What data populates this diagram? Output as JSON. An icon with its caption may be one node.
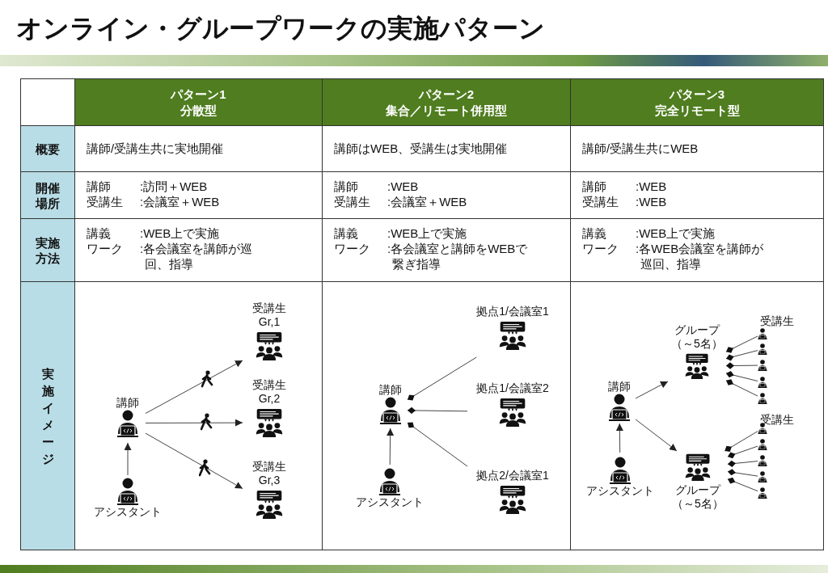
{
  "diagram": {
    "title": "オンライン・グループワークの実施パターン",
    "nodes": [
      {
        "text": [
          "講師"
        ]
      },
      {
        "text": [
          "アシスタント"
        ]
      },
      {
        "text": [
          "受講生",
          "Gr,1"
        ]
      },
      {
        "text": [
          "受講生",
          "Gr,2"
        ]
      },
      {
        "text": [
          "受講生",
          "Gr,3"
        ]
      },
      {
        "text": [
          "講師"
        ]
      },
      {
        "text": [
          "アシスタント"
        ]
      },
      {
        "text": [
          "拠点1/会議室1"
        ]
      },
      {
        "text": [
          "拠点1/会議室2"
        ]
      },
      {
        "text": [
          "拠点2/会議室1"
        ]
      },
      {
        "text": [
          "講師"
        ]
      },
      {
        "text": [
          "アシスタント"
        ]
      },
      {
        "text": [
          "グループ",
          "（～5名）"
        ]
      },
      {
        "text": [
          "グループ",
          "（～5名）"
        ]
      },
      {
        "text": [],
        "shape": "person"
      },
      {
        "text": [],
        "shape": "person"
      },
      {
        "text": [],
        "shape": "person"
      },
      {
        "text": [],
        "shape": "person"
      },
      {
        "text": [],
        "shape": "person"
      },
      {
        "text": [],
        "shape": "person"
      },
      {
        "text": [],
        "shape": "person"
      },
      {
        "text": [],
        "shape": "person"
      },
      {
        "text": [],
        "shape": "person"
      },
      {
        "text": [],
        "shape": "person"
      }
    ],
    "edges": [
      {
        "from": 1,
        "to": 0,
        "arrow": "to"
      },
      {
        "from": 0,
        "to": 2,
        "arrow": "to"
      },
      {
        "from": 0,
        "to": 3,
        "arrow": "to"
      },
      {
        "from": 0,
        "to": 4,
        "arrow": "to"
      },
      {
        "from": 6,
        "to": 5,
        "arrow": "to"
      },
      {
        "from": 5,
        "to": 7,
        "arrow": "other"
      },
      {
        "from": 5,
        "to": 8,
        "arrow": "other"
      },
      {
        "from": 5,
        "to": 9,
        "arrow": "other"
      },
      {
        "from": 11,
        "to": 10,
        "arrow": "to"
      },
      {
        "from": 10,
        "to": 12,
        "arrow": "to"
      },
      {
        "from": 10,
        "to": 13,
        "arrow": "to"
      },
      {
        "from": 12,
        "to": 14,
        "arrow": "other"
      },
      {
        "from": 12,
        "to": 15,
        "arrow": "other"
      },
      {
        "from": 12,
        "to": 16,
        "arrow": "other"
      },
      {
        "from": 12,
        "to": 17,
        "arrow": "other"
      },
      {
        "from": 12,
        "to": 18,
        "arrow": "other"
      },
      {
        "from": 13,
        "to": 19,
        "arrow": "other"
      },
      {
        "from": 13,
        "to": 20,
        "arrow": "other"
      },
      {
        "from": 13,
        "to": 21,
        "arrow": "other"
      },
      {
        "from": 13,
        "to": 22,
        "arrow": "other"
      },
      {
        "from": 13,
        "to": 23,
        "arrow": "other"
      }
    ],
    "labels": [
      "パターン1",
      "分散型",
      "パターン2",
      "集合／リモート併用型",
      "パターン3",
      "完全リモート型",
      "概要",
      "講師/受講生共に実地開催",
      "講師はWEB、受講生は実地開催",
      "講師/受講生共にWEB",
      "開催場所",
      "講師",
      ":訪問＋WEB",
      "受講生",
      ":会議室＋WEB",
      "講師",
      ":WEB",
      "受講生",
      ":会議室＋WEB",
      "講師",
      ":WEB",
      "受講生",
      ":WEB",
      "実施方法",
      "講義",
      ":WEB上で実施",
      "ワーク",
      ":各会議室を講師が巡回、指導",
      "講義",
      ":WEB上で実施",
      "ワーク",
      ":各会議室と講師をWEBで繋ぎ指導",
      "講義",
      ":WEB上で実施",
      "ワーク",
      ":各WEB会議室を講師が巡回、指導",
      "実施イメージ",
      "受講生",
      "受講生"
    ]
  }
}
